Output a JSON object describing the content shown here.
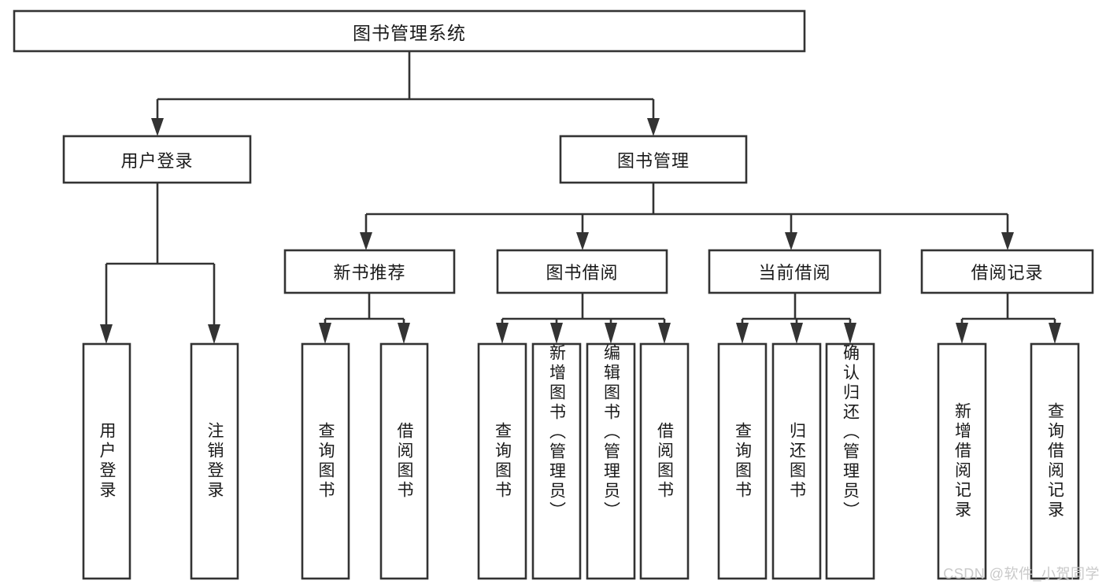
{
  "diagram": {
    "type": "tree-hierarchy",
    "root": {
      "id": "root",
      "label": "图书管理系统"
    },
    "level2": [
      {
        "id": "user-login",
        "label": "用户登录"
      },
      {
        "id": "book-manage",
        "label": "图书管理"
      }
    ],
    "level3": [
      {
        "id": "new-book-rec",
        "label": "新书推荐",
        "parent": "book-manage"
      },
      {
        "id": "book-borrow",
        "label": "图书借阅",
        "parent": "book-manage"
      },
      {
        "id": "current-borrow",
        "label": "当前借阅",
        "parent": "book-manage"
      },
      {
        "id": "borrow-record",
        "label": "借阅记录",
        "parent": "book-manage"
      }
    ],
    "leaves": [
      {
        "id": "leaf-user-login",
        "label": "用户登录",
        "parent": "user-login"
      },
      {
        "id": "leaf-logout",
        "label": "注销登录",
        "parent": "user-login"
      },
      {
        "id": "leaf-query-book-1",
        "label": "查询图书",
        "parent": "new-book-rec"
      },
      {
        "id": "leaf-borrow-book-1",
        "label": "借阅图书",
        "parent": "new-book-rec"
      },
      {
        "id": "leaf-query-book-2",
        "label": "查询图书",
        "parent": "book-borrow"
      },
      {
        "id": "leaf-add-book",
        "label": "新增图书（管理员）",
        "parent": "book-borrow"
      },
      {
        "id": "leaf-edit-book",
        "label": "编辑图书（管理员）",
        "parent": "book-borrow"
      },
      {
        "id": "leaf-borrow-book-2",
        "label": "借阅图书",
        "parent": "book-borrow"
      },
      {
        "id": "leaf-query-book-3",
        "label": "查询图书",
        "parent": "current-borrow"
      },
      {
        "id": "leaf-return-book",
        "label": "归还图书",
        "parent": "current-borrow"
      },
      {
        "id": "leaf-confirm-return",
        "label": "确认归还（管理员）",
        "parent": "current-borrow"
      },
      {
        "id": "leaf-add-record",
        "label": "新增借阅记录",
        "parent": "borrow-record"
      },
      {
        "id": "leaf-query-record",
        "label": "查询借阅记录",
        "parent": "borrow-record"
      }
    ]
  },
  "watermark": {
    "text": "CSDN @软件_小贺同学"
  },
  "colors": {
    "box_stroke": "#333333",
    "box_fill": "#ffffff",
    "text": "#1a1a1a",
    "background": "#ffffff",
    "watermark": "#c9c9c9"
  }
}
